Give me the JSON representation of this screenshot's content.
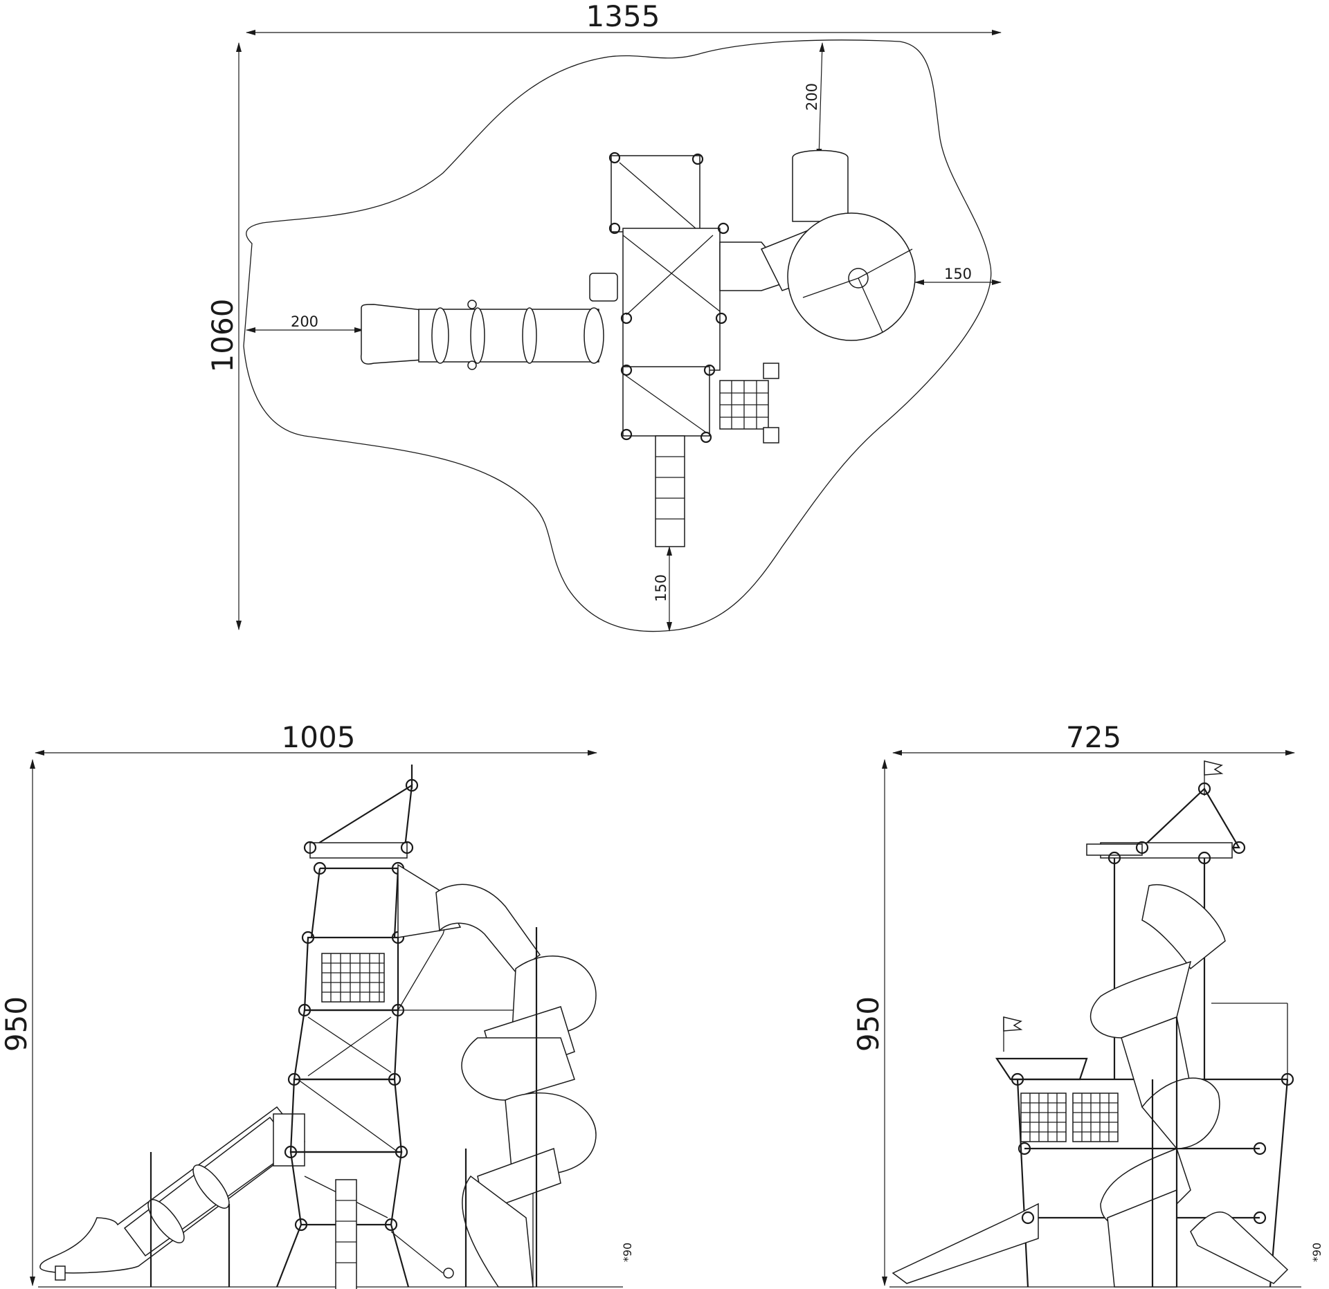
{
  "colors": {
    "line": "#1a1a1a",
    "background": "#ffffff"
  },
  "plan": {
    "width": "1355",
    "depth": "1060",
    "clear_left": "200",
    "clear_top": "200",
    "clear_right": "150",
    "clear_bottom": "150"
  },
  "front": {
    "width": "1005",
    "height": "950",
    "foundation": "*90"
  },
  "side": {
    "width": "725",
    "height": "950",
    "foundation": "*90"
  }
}
